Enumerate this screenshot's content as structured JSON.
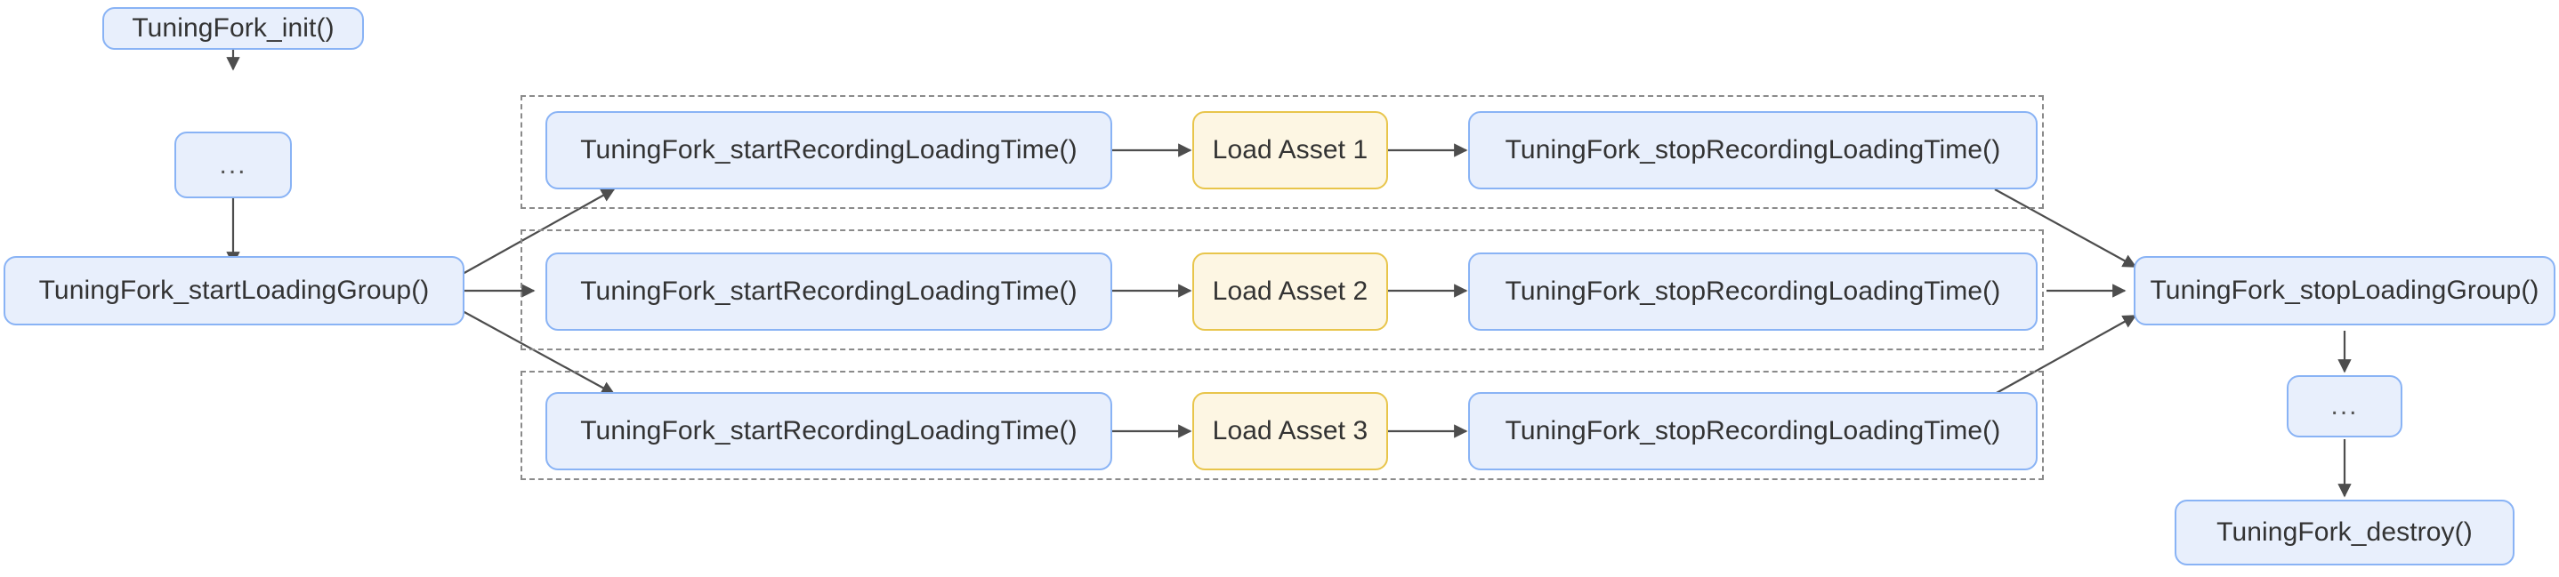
{
  "diagram": {
    "title": "TuningFork loading time instrumentation flow",
    "colors": {
      "node_fill_blue": "#e8effc",
      "node_border_blue": "#89b3f5",
      "node_fill_yellow": "#fdf6e3",
      "node_border_yellow": "#e8c54b",
      "edge": "#4d4d4d",
      "group_border": "#8a8a8a",
      "text": "#333333",
      "background": "#ffffff"
    },
    "nodes": {
      "init": "TuningFork_init()",
      "ellipsis_top": "...",
      "start_loading_group": "TuningFork_startLoadingGroup()",
      "start_recording_1": "TuningFork_startRecordingLoadingTime()",
      "start_recording_2": "TuningFork_startRecordingLoadingTime()",
      "start_recording_3": "TuningFork_startRecordingLoadingTime()",
      "load_asset_1": "Load Asset 1",
      "load_asset_2": "Load Asset 2",
      "load_asset_3": "Load Asset 3",
      "stop_recording_1": "TuningFork_stopRecordingLoadingTime()",
      "stop_recording_2": "TuningFork_stopRecordingLoadingTime()",
      "stop_recording_3": "TuningFork_stopRecordingLoadingTime()",
      "stop_loading_group": "TuningFork_stopLoadingGroup()",
      "ellipsis_bottom": "...",
      "destroy": "TuningFork_destroy()"
    },
    "groups": [
      {
        "name": "asset-group-1"
      },
      {
        "name": "asset-group-2"
      },
      {
        "name": "asset-group-3"
      }
    ],
    "edges": [
      {
        "from": "init",
        "to": "ellipsis_top"
      },
      {
        "from": "ellipsis_top",
        "to": "start_loading_group"
      },
      {
        "from": "start_loading_group",
        "to": "start_recording_1"
      },
      {
        "from": "start_loading_group",
        "to": "start_recording_2"
      },
      {
        "from": "start_loading_group",
        "to": "start_recording_3"
      },
      {
        "from": "start_recording_1",
        "to": "load_asset_1"
      },
      {
        "from": "start_recording_2",
        "to": "load_asset_2"
      },
      {
        "from": "start_recording_3",
        "to": "load_asset_3"
      },
      {
        "from": "load_asset_1",
        "to": "stop_recording_1"
      },
      {
        "from": "load_asset_2",
        "to": "stop_recording_2"
      },
      {
        "from": "load_asset_3",
        "to": "stop_recording_3"
      },
      {
        "from": "stop_recording_1",
        "to": "stop_loading_group"
      },
      {
        "from": "stop_recording_2",
        "to": "stop_loading_group"
      },
      {
        "from": "stop_recording_3",
        "to": "stop_loading_group"
      },
      {
        "from": "stop_loading_group",
        "to": "ellipsis_bottom"
      },
      {
        "from": "ellipsis_bottom",
        "to": "destroy"
      }
    ]
  }
}
